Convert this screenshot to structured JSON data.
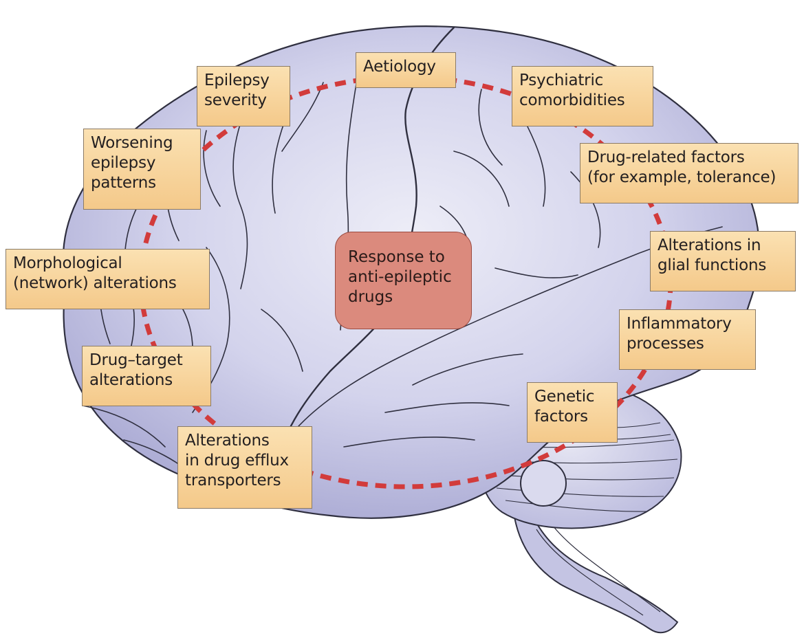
{
  "center": "Response to\nanti-epileptic\ndrugs",
  "factors": {
    "aetiology": "Aetiology",
    "psychiatric": "Psychiatric\ncomorbidities",
    "drug_related": "Drug-related factors\n(for example, tolerance)",
    "glial": "Alterations in\nglial functions",
    "inflammatory": "Inflammatory\nprocesses",
    "genetic": "Genetic\nfactors",
    "efflux": "Alterations\nin drug efflux\ntransporters",
    "drug_target": "Drug–target\nalterations",
    "morphological": "Morphological\n(network) alterations",
    "worsening": "Worsening\nepilepsy\npatterns",
    "severity": "Epilepsy\nseverity"
  },
  "colors": {
    "brain_fill": "#c9c9e6",
    "brain_outline": "#2f2f3f",
    "box_fill": "#f7d29a",
    "center_fill": "#db8a7d",
    "dashed_ring": "#d23b3b"
  }
}
